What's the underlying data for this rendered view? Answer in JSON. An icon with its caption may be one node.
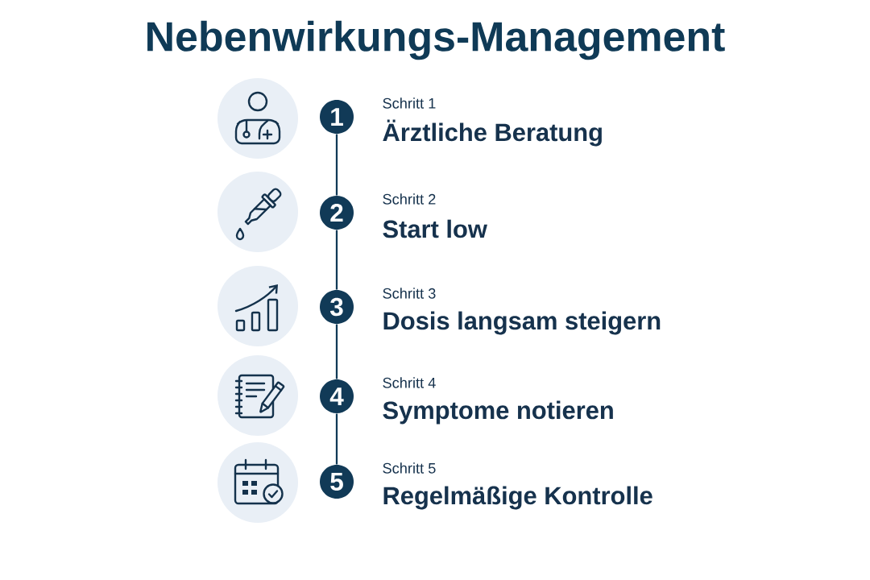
{
  "diagram": {
    "title": "Nebenwirkungs-Management",
    "nodes": [
      {
        "text": [
          "1"
        ],
        "beside": [
          "Schritt 1",
          "Ärztliche Beratung"
        ]
      },
      {
        "text": [
          "2"
        ],
        "beside": [
          "Schritt 2",
          "Start low"
        ]
      },
      {
        "text": [
          "3"
        ],
        "beside": [
          "Schritt 3",
          "Dosis langsam steigern"
        ]
      },
      {
        "text": [
          "4"
        ],
        "beside": [
          "Schritt 4",
          "Symptome notieren"
        ]
      },
      {
        "text": [
          "5"
        ],
        "beside": [
          "Schritt 5",
          "Regelmäßige Kontrolle"
        ]
      }
    ],
    "edges": [
      {
        "from": 0,
        "to": 1,
        "arrow": "none"
      },
      {
        "from": 1,
        "to": 2,
        "arrow": "none"
      },
      {
        "from": 2,
        "to": 3,
        "arrow": "none"
      },
      {
        "from": 3,
        "to": 4,
        "arrow": "none"
      }
    ]
  }
}
